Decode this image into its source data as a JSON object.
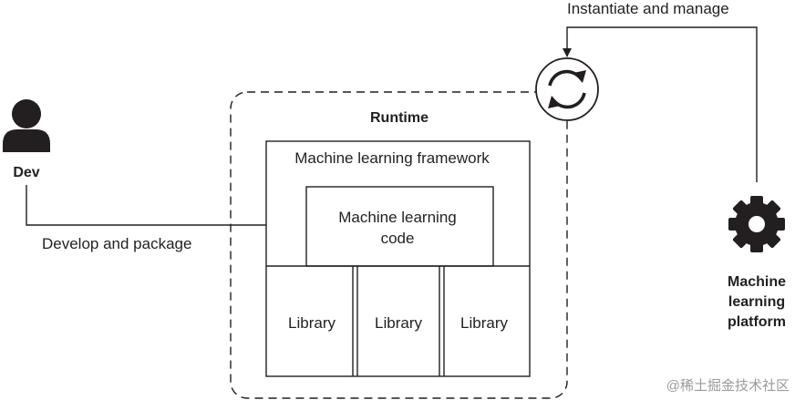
{
  "actors": {
    "dev": {
      "label": "Dev"
    },
    "platform": {
      "label_lines": [
        "Machine",
        "learning",
        "platform"
      ]
    }
  },
  "flows": {
    "develop": {
      "label": "Develop and package"
    },
    "manage": {
      "label": "Instantiate and manage"
    }
  },
  "runtime": {
    "title": "Runtime",
    "framework": {
      "label": "Machine learning framework"
    },
    "code": {
      "label_lines": [
        "Machine learning",
        "code"
      ]
    },
    "libraries": [
      "Library",
      "Library",
      "Library"
    ]
  },
  "watermark": "@稀土掘金技术社区",
  "icons": {
    "person": "person-icon",
    "gear": "gear-icon",
    "cycle": "cycle-arrows-icon"
  },
  "colors": {
    "ink": "#231f20",
    "watermark": "#9a9a9a",
    "background": "#ffffff"
  }
}
